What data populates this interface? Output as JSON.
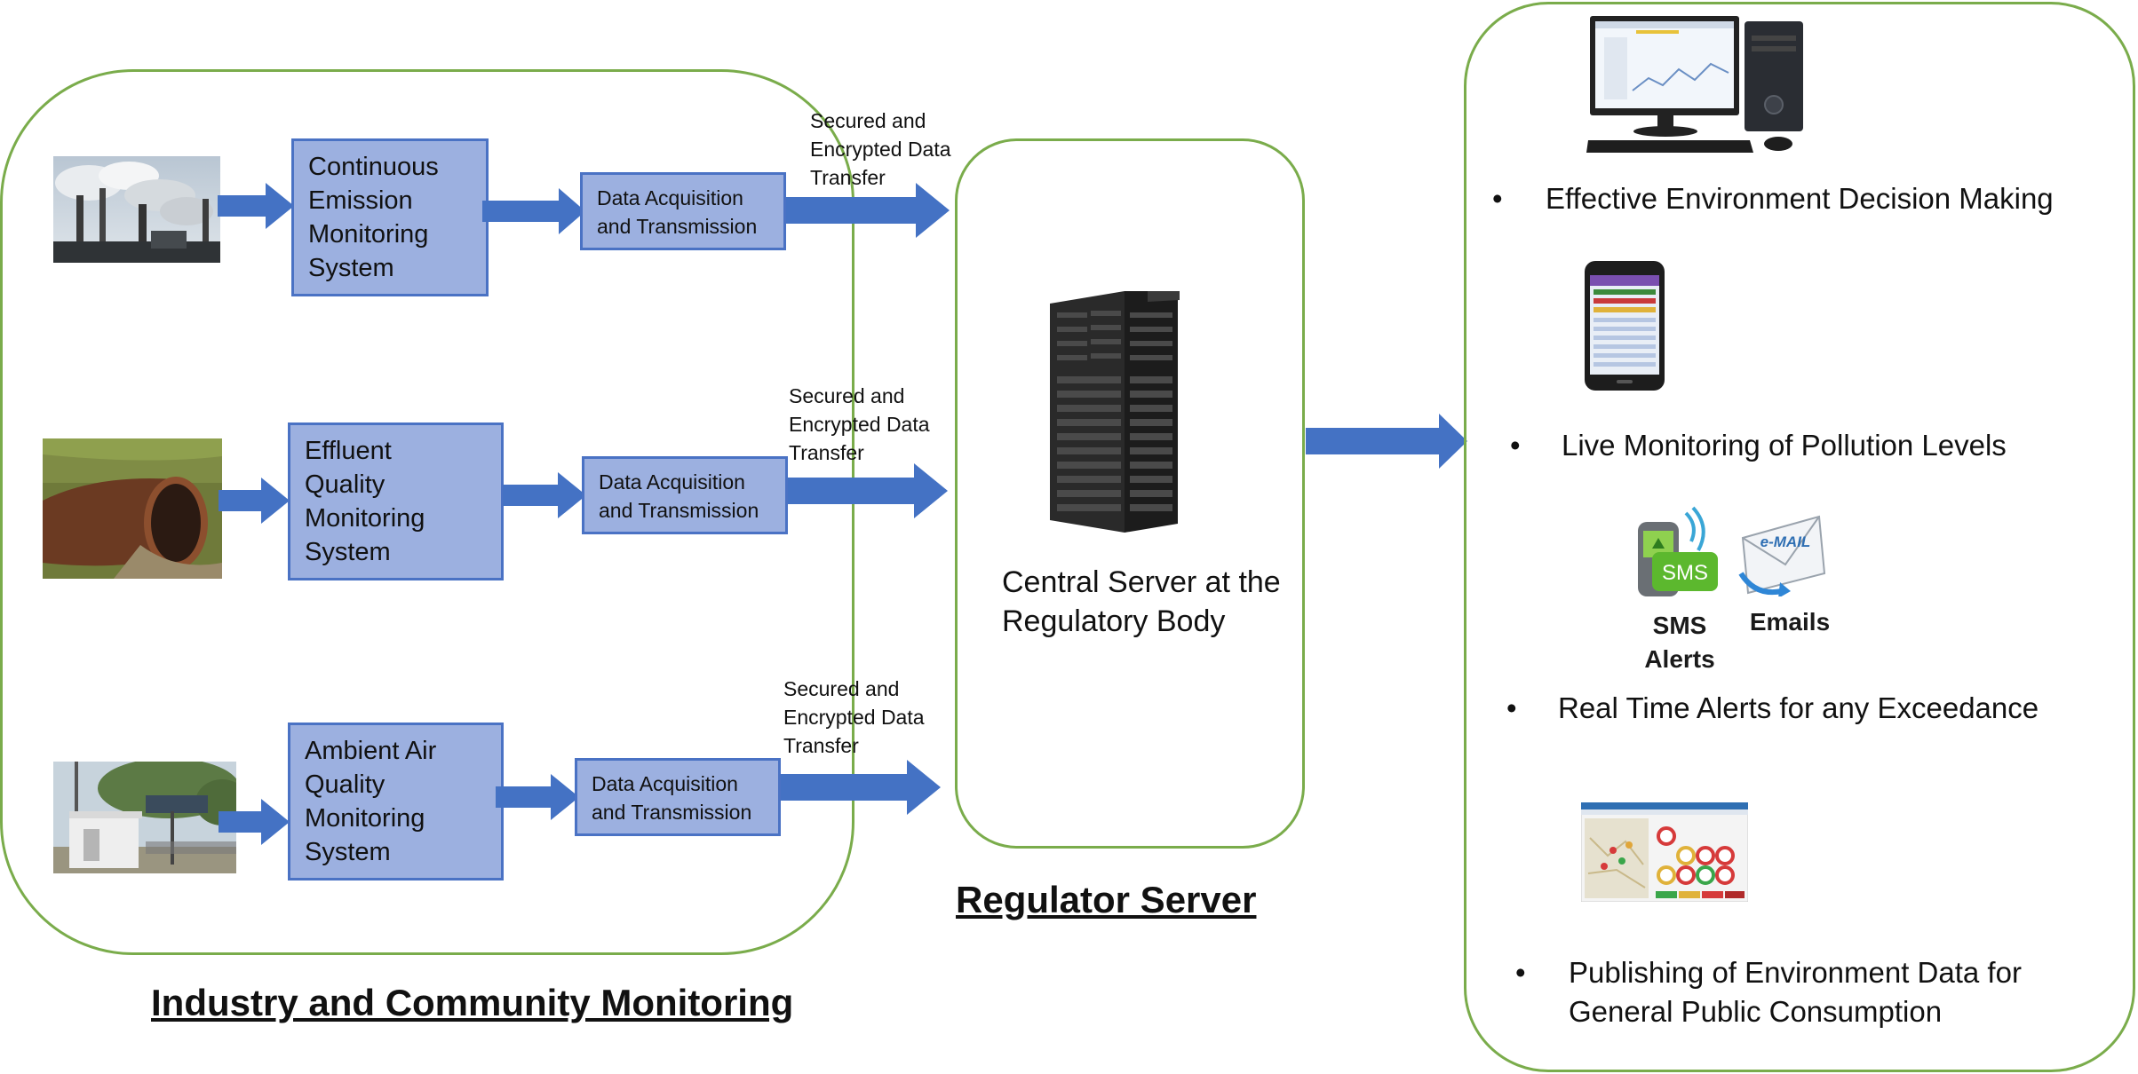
{
  "industry": {
    "heading": "Industry and Community Monitoring",
    "rows": [
      {
        "system": "Continuous Emission Monitoring System",
        "system_lines": [
          "Continuous",
          "Emission",
          "Monitoring",
          "System"
        ],
        "daq": [
          "Data Acquisition",
          "and Transmission"
        ],
        "transfer": [
          "Secured and",
          "Encrypted Data",
          "Transfer"
        ]
      },
      {
        "system": "Effluent Quality Monitoring System",
        "system_lines": [
          "Effluent",
          "Quality",
          "Monitoring",
          "System"
        ],
        "daq": [
          "Data Acquisition",
          "and Transmission"
        ],
        "transfer": [
          "Secured and",
          "Encrypted Data",
          "Transfer"
        ]
      },
      {
        "system": "Ambient Air Quality Monitoring System",
        "system_lines": [
          "Ambient Air",
          "Quality",
          "Monitoring",
          "System"
        ],
        "daq": [
          "Data Acquisition",
          "and Transmission"
        ],
        "transfer": [
          "Secured and",
          "Encrypted Data",
          "Transfer"
        ]
      }
    ]
  },
  "regulator": {
    "heading": "Regulator Server",
    "server_label": [
      "Central Server at the",
      "Regulatory Body"
    ]
  },
  "outputs": {
    "bullet_glyph": "•",
    "items": [
      [
        "Effective Environment Decision Making"
      ],
      [
        "Live Monitoring of Pollution Levels"
      ],
      [
        "Real Time Alerts for any Exceedance"
      ],
      [
        "Publishing of Environment Data for",
        "General Public Consumption"
      ]
    ],
    "sms_label": [
      "SMS",
      "Alerts"
    ],
    "sms_badge": "SMS",
    "email_label": "Emails",
    "email_badge": "e-MAIL"
  },
  "colors": {
    "group_border": "#7aac4b",
    "box_fill": "#9cb0e0",
    "box_border": "#4a72c4",
    "arrow": "#4472c4"
  }
}
